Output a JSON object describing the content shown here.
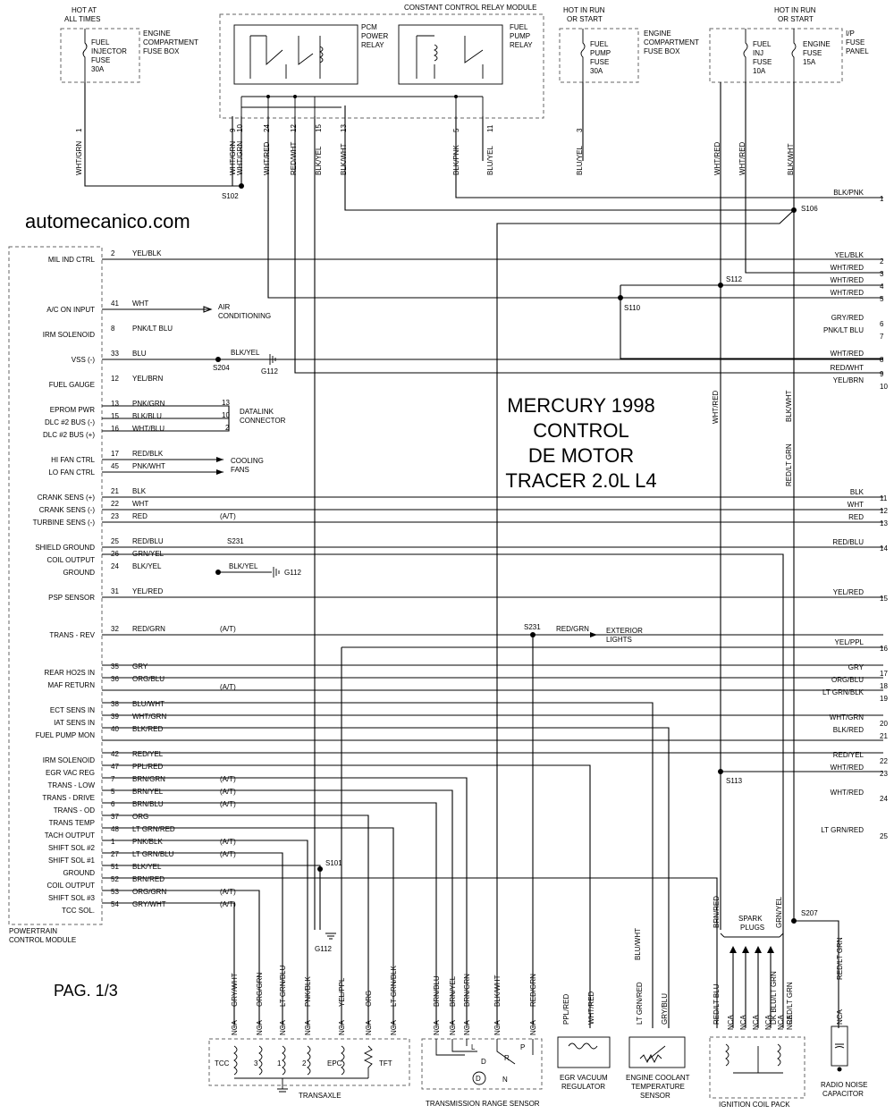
{
  "watermark": "automecanico.com",
  "page_label": "PAG. 1/3",
  "title_lines": [
    "MERCURY 1998",
    "CONTROL",
    "DE MOTOR",
    "TRACER 2.0L L4"
  ],
  "top": {
    "relay_module": "CONSTANT CONTROL RELAY MODULE",
    "pcm_power_relay": [
      "PCM",
      "POWER",
      "RELAY"
    ],
    "fuel_pump_relay": [
      "FUEL",
      "PUMP",
      "RELAY"
    ],
    "hot_all_times": [
      "HOT AT",
      "ALL TIMES"
    ],
    "fuel_injector_fuse": [
      "FUEL",
      "INJECTOR",
      "FUSE",
      "30A"
    ],
    "engine_compartment_fuse_box_1": [
      "ENGINE",
      "COMPARTMENT",
      "FUSE BOX"
    ],
    "hot_run_start_1": [
      "HOT IN RUN",
      "OR START"
    ],
    "fuel_pump_fuse": [
      "FUEL",
      "PUMP",
      "FUSE",
      "30A"
    ],
    "engine_compartment_fuse_box_2": [
      "ENGINE",
      "COMPARTMENT",
      "FUSE BOX"
    ],
    "hot_run_start_2": [
      "HOT IN RUN",
      "OR START"
    ],
    "fuel_inj_fuse": [
      "FUEL",
      "INJ",
      "FUSE",
      "10A"
    ],
    "engine_fuse": [
      "ENGINE",
      "FUSE",
      "15A"
    ],
    "ip_fuse_panel": [
      "I/P",
      "FUSE",
      "PANEL"
    ]
  },
  "pcm_label": [
    "POWERTRAIN",
    "CONTROL MODULE"
  ],
  "top_wires": [
    {
      "color": "WHT/GRN",
      "pin": "1"
    },
    {
      "color": "WHT/GRN",
      "pin": "9"
    },
    {
      "color": "WHT/GRN",
      "pin": "10"
    },
    {
      "color": "WHT/RED",
      "pin": "24"
    },
    {
      "color": "RED/WHT",
      "pin": "12"
    },
    {
      "color": "BLK/YEL",
      "pin": "15"
    },
    {
      "color": "BLK/WHT",
      "pin": "13"
    },
    {
      "color": "BLK/PNK",
      "pin": "5"
    },
    {
      "color": "BLU/YEL",
      "pin": "11"
    },
    {
      "color": "BLU/YEL",
      "pin": "3"
    },
    {
      "color": "WHT/RED",
      "pin": ""
    },
    {
      "color": "WHT/RED",
      "pin": ""
    },
    {
      "color": "BLK/WHT",
      "pin": ""
    }
  ],
  "splices": [
    "S102",
    "S106",
    "S112",
    "S110",
    "S204",
    "S231",
    "S231",
    "S113",
    "S101",
    "S207"
  ],
  "grounds": [
    "G112",
    "G112",
    "G112"
  ],
  "pcm_pins": [
    {
      "label": "MIL IND CTRL",
      "pin": "2",
      "wire": "YEL/BLK"
    },
    {
      "label": "A/C ON INPUT",
      "pin": "41",
      "wire": "WHT"
    },
    {
      "label": "IRM SOLENOID",
      "pin": "8",
      "wire": "PNK/LT BLU"
    },
    {
      "label": "VSS (-)",
      "pin": "33",
      "wire": "BLU"
    },
    {
      "label": "FUEL GAUGE",
      "pin": "12",
      "wire": "YEL/BRN"
    },
    {
      "label": "EPROM PWR",
      "pin": "13",
      "wire": "PNK/GRN"
    },
    {
      "label": "DLC #2 BUS (-)",
      "pin": "15",
      "wire": "BLK/BLU"
    },
    {
      "label": "DLC #2 BUS (+)",
      "pin": "16",
      "wire": "WHT/BLU"
    },
    {
      "label": "HI FAN CTRL",
      "pin": "17",
      "wire": "RED/BLK"
    },
    {
      "label": "LO FAN CTRL",
      "pin": "45",
      "wire": "PNK/WHT"
    },
    {
      "label": "CRANK SENS (+)",
      "pin": "21",
      "wire": "BLK"
    },
    {
      "label": "CRANK SENS (-)",
      "pin": "22",
      "wire": "WHT"
    },
    {
      "label": "TURBINE SENS (-)",
      "pin": "23",
      "wire": "RED"
    },
    {
      "label": "SHIELD GROUND",
      "pin": "25",
      "wire": "RED/BLU"
    },
    {
      "label": "COIL OUTPUT",
      "pin": "26",
      "wire": "GRN/YEL"
    },
    {
      "label": "GROUND",
      "pin": "24",
      "wire": "BLK/YEL"
    },
    {
      "label": "PSP SENSOR",
      "pin": "31",
      "wire": "YEL/RED"
    },
    {
      "label": "TRANS - REV",
      "pin": "32",
      "wire": "RED/GRN"
    },
    {
      "label": "REAR HO2S IN",
      "pin": "35",
      "wire": "GRY"
    },
    {
      "label": "MAF RETURN",
      "pin": "36",
      "wire": "ORG/BLU"
    },
    {
      "label": "",
      "pin": "",
      "wire": ""
    },
    {
      "label": "ECT SENS IN",
      "pin": "38",
      "wire": "BLU/WHT"
    },
    {
      "label": "IAT SENS IN",
      "pin": "39",
      "wire": "WHT/GRN"
    },
    {
      "label": "FUEL PUMP MON",
      "pin": "40",
      "wire": "BLK/RED"
    },
    {
      "label": "IRM SOLENOID",
      "pin": "42",
      "wire": "RED/YEL"
    },
    {
      "label": "EGR VAC REG",
      "pin": "47",
      "wire": "PPL/RED"
    },
    {
      "label": "TRANS - LOW",
      "pin": "7",
      "wire": "BRN/GRN"
    },
    {
      "label": "TRANS - DRIVE",
      "pin": "5",
      "wire": "BRN/YEL"
    },
    {
      "label": "TRANS - OD",
      "pin": "6",
      "wire": "BRN/BLU"
    },
    {
      "label": "TRANS TEMP",
      "pin": "37",
      "wire": "ORG"
    },
    {
      "label": "TACH OUTPUT",
      "pin": "48",
      "wire": "LT GRN/RED"
    },
    {
      "label": "SHIFT SOL #2",
      "pin": "1",
      "wire": "PNK/BLK"
    },
    {
      "label": "SHIFT SOL #1",
      "pin": "27",
      "wire": "LT GRN/BLU"
    },
    {
      "label": "GROUND",
      "pin": "51",
      "wire": "BLK/YEL"
    },
    {
      "label": "COIL OUTPUT",
      "pin": "52",
      "wire": "BRN/RED"
    },
    {
      "label": "SHIFT SOL #3",
      "pin": "53",
      "wire": "ORG/GRN"
    },
    {
      "label": "TCC SOL.",
      "pin": "54",
      "wire": "GRY/WHT"
    }
  ],
  "at_marker": "(A/T)",
  "right_outputs": [
    {
      "wire": "BLK/PNK",
      "num": "1"
    },
    {
      "wire": "YEL/BLK",
      "num": "2"
    },
    {
      "wire": "WHT/RED",
      "num": "3"
    },
    {
      "wire": "WHT/RED",
      "num": "4"
    },
    {
      "wire": "WHT/RED",
      "num": "5"
    },
    {
      "wire": "GRY/RED",
      "num": "6"
    },
    {
      "wire": "PNK/LT BLU",
      "num": "7"
    },
    {
      "wire": "WHT/RED",
      "num": "8"
    },
    {
      "wire": "RED/WHT",
      "num": "9"
    },
    {
      "wire": "YEL/BRN",
      "num": "10"
    },
    {
      "wire": "BLK",
      "num": "11"
    },
    {
      "wire": "WHT",
      "num": "12"
    },
    {
      "wire": "RED",
      "num": "13"
    },
    {
      "wire": "RED/BLU",
      "num": "14"
    },
    {
      "wire": "YEL/RED",
      "num": "15"
    },
    {
      "wire": "YEL/PPL",
      "num": "16"
    },
    {
      "wire": "GRY",
      "num": "17"
    },
    {
      "wire": "ORG/BLU",
      "num": "18"
    },
    {
      "wire": "LT GRN/BLK",
      "num": "19"
    },
    {
      "wire": "WHT/GRN",
      "num": "20"
    },
    {
      "wire": "BLK/RED",
      "num": "21"
    },
    {
      "wire": "RED/YEL",
      "num": "22"
    },
    {
      "wire": "WHT/RED",
      "num": "23"
    },
    {
      "wire": "WHT/RED",
      "num": "24"
    },
    {
      "wire": "LT GRN/RED",
      "num": "25"
    }
  ],
  "side_labels": {
    "air_conditioning": [
      "AIR",
      "CONDITIONING"
    ],
    "datalink": [
      "DATALINK",
      "CONNECTOR"
    ],
    "cooling_fans": [
      "COOLING",
      "FANS"
    ],
    "exterior_lights": [
      "EXTERIOR",
      "LIGHTS"
    ],
    "datalink_pins": [
      "13",
      "10",
      "2"
    ]
  },
  "bottom": {
    "transaxle": "TRANSAXLE",
    "trs": "TRANSMISSION RANGE SENSOR",
    "egr": [
      "EGR VACUUM",
      "REGULATOR"
    ],
    "ect": [
      "ENGINE COOLANT",
      "TEMPERATURE",
      "SENSOR"
    ],
    "coil_pack": "IGNITION COIL PACK",
    "spark_plugs": [
      "SPARK",
      "PLUGS"
    ],
    "radio_cap": [
      "RADIO NOISE",
      "CAPACITOR"
    ],
    "nca": "NCA",
    "tcc": "TCC",
    "epc": "EPC",
    "tft": "TFT",
    "sol_nums": [
      "3",
      "1",
      "2"
    ],
    "prnd": [
      "P",
      "R",
      "N",
      "D",
      "L"
    ],
    "transaxle_wires": [
      "GRY/WHT",
      "ORG/GRN",
      "LT GRN/BLU",
      "PNK/BLK",
      "YEL/PPL",
      "ORG",
      "LT GRN/BLK"
    ],
    "trs_wires": [
      "BRN/BLU",
      "BRN/YEL",
      "BRN/GRN",
      "BLK/WHT",
      "RED/GRN"
    ],
    "egr_wires": [
      "PPL/RED",
      "WHT/RED"
    ],
    "ect_wires": [
      "LT GRN/RED",
      "GRY/BLU",
      "BLU/WHT"
    ],
    "coil_wires": [
      "RED/LT BLU",
      "DK BLU/LT GRN",
      "RED/LT GRN",
      "BRN/RED",
      "GRN/YEL"
    ],
    "cap_wire": "RED/LT GRN",
    "vertical_labels": [
      "WHT/RED",
      "BLK/WHT",
      "RED/LT GRN"
    ]
  }
}
